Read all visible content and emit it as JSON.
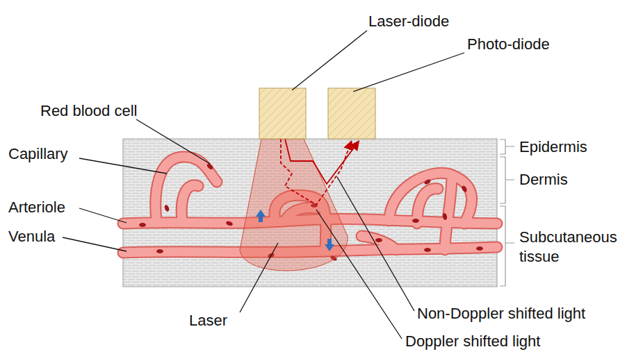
{
  "diagram": {
    "labels": [
      "Laser-diode",
      "Photo-diode",
      "Red blood cell",
      "Capillary",
      "Arteriole",
      "Venula",
      "Laser",
      "Non-Doppler shifted light",
      "Doppler shifted light",
      "Epidermis",
      "Dermis",
      "Subcutaneous tissue"
    ]
  }
}
